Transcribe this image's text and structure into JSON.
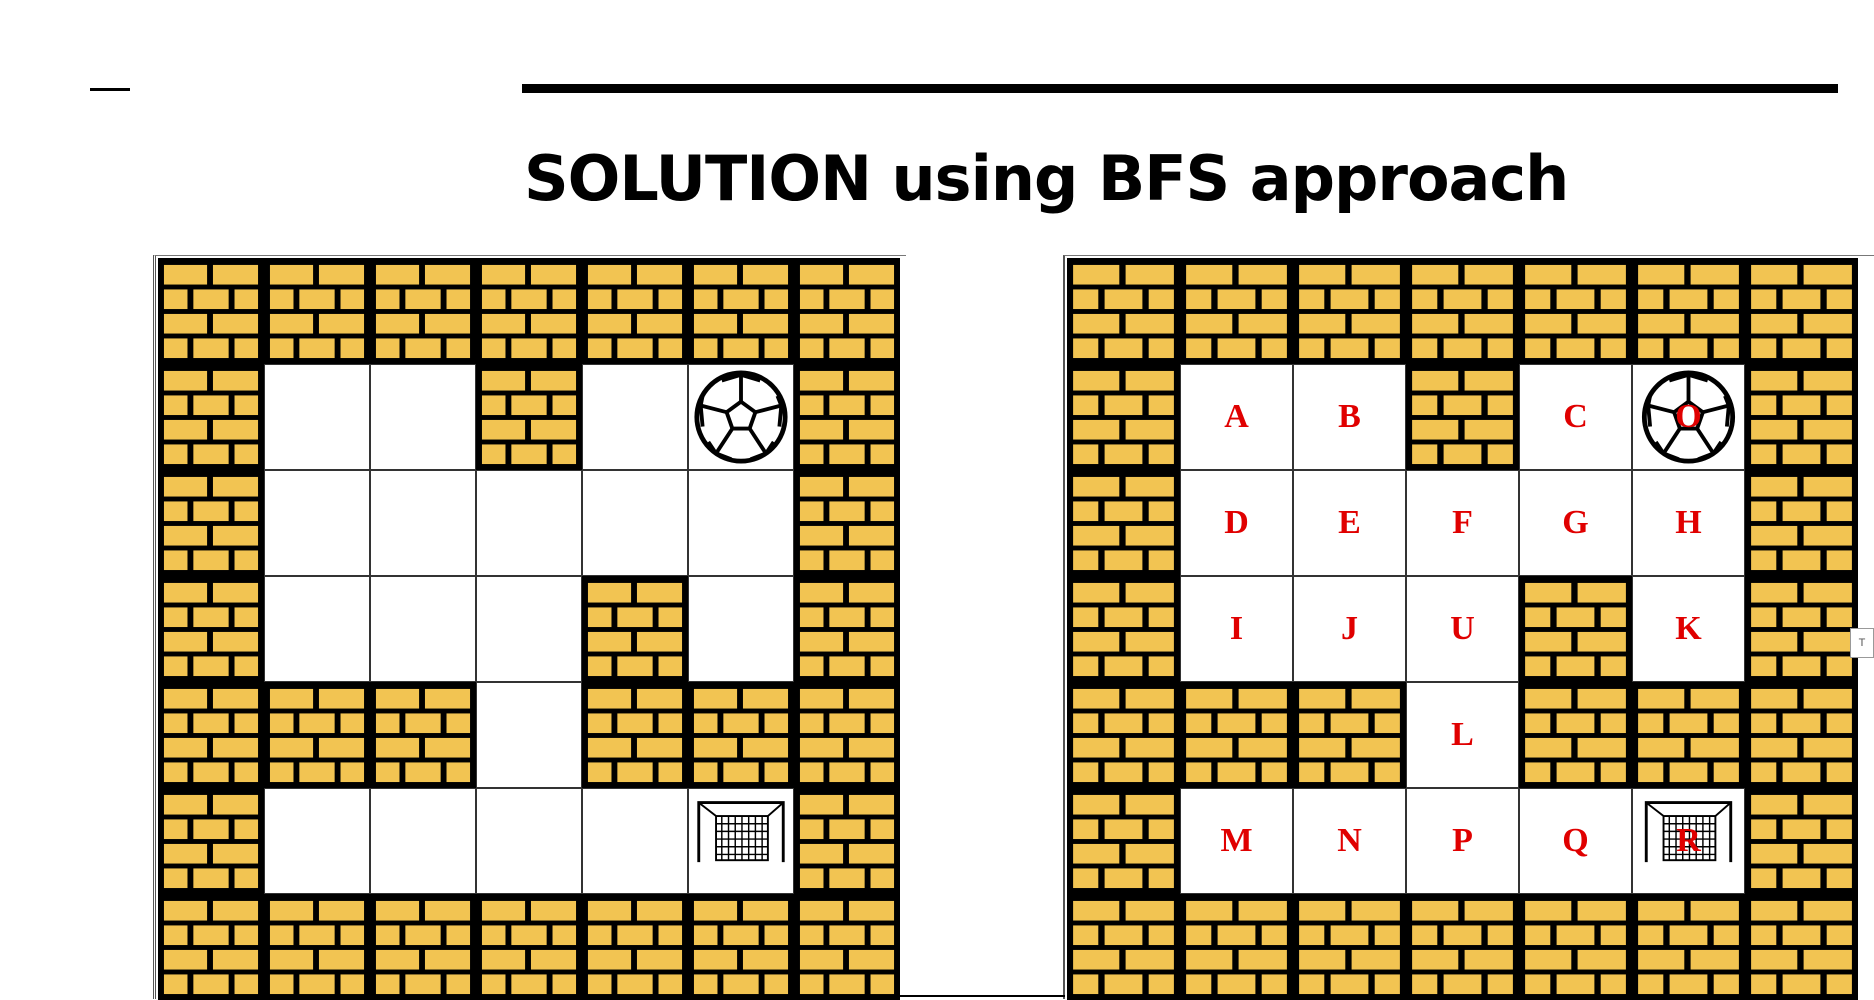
{
  "slide": {
    "title": "SOLUTION using BFS approach"
  },
  "colors": {
    "brick": "#f2c452",
    "mortar": "#000000",
    "label": "#e00000"
  },
  "icons": {
    "wall": "brick-wall-icon",
    "ball": "soccer-ball-icon",
    "goal": "goal-net-icon"
  },
  "left_board": {
    "rows": [
      [
        "wall",
        "wall",
        "wall",
        "wall",
        "wall",
        "wall",
        "wall"
      ],
      [
        "wall",
        "open",
        "open",
        "wall",
        "open",
        "ball",
        "wall"
      ],
      [
        "wall",
        "open",
        "open",
        "open",
        "open",
        "open",
        "wall"
      ],
      [
        "wall",
        "open",
        "open",
        "open",
        "wall",
        "open",
        "wall"
      ],
      [
        "wall",
        "wall",
        "wall",
        "open",
        "wall",
        "wall",
        "wall"
      ],
      [
        "wall",
        "open",
        "open",
        "open",
        "open",
        "goal",
        "wall"
      ],
      [
        "wall",
        "wall",
        "wall",
        "wall",
        "wall",
        "wall",
        "wall"
      ]
    ]
  },
  "right_board": {
    "rows": [
      [
        "wall",
        "wall",
        "wall",
        "wall",
        "wall",
        "wall",
        "wall"
      ],
      [
        "wall",
        "open",
        "open",
        "wall",
        "open",
        "ball",
        "wall"
      ],
      [
        "wall",
        "open",
        "open",
        "open",
        "open",
        "open",
        "wall"
      ],
      [
        "wall",
        "open",
        "open",
        "open",
        "wall",
        "open",
        "wall"
      ],
      [
        "wall",
        "wall",
        "wall",
        "open",
        "wall",
        "wall",
        "wall"
      ],
      [
        "wall",
        "open",
        "open",
        "open",
        "open",
        "goal",
        "wall"
      ],
      [
        "wall",
        "wall",
        "wall",
        "wall",
        "wall",
        "wall",
        "wall"
      ]
    ],
    "labels": [
      [
        "",
        "",
        "",
        "",
        "",
        "",
        ""
      ],
      [
        "",
        "A",
        "B",
        "",
        "C",
        "O",
        ""
      ],
      [
        "",
        "D",
        "E",
        "F",
        "G",
        "H",
        ""
      ],
      [
        "",
        "I",
        "J",
        "U",
        "",
        "K",
        ""
      ],
      [
        "",
        "",
        "",
        "L",
        "",
        "",
        ""
      ],
      [
        "",
        "M",
        "N",
        "P",
        "Q",
        "R",
        ""
      ],
      [
        "",
        "",
        "",
        "",
        "",
        "",
        ""
      ]
    ]
  },
  "side_tab": "T"
}
